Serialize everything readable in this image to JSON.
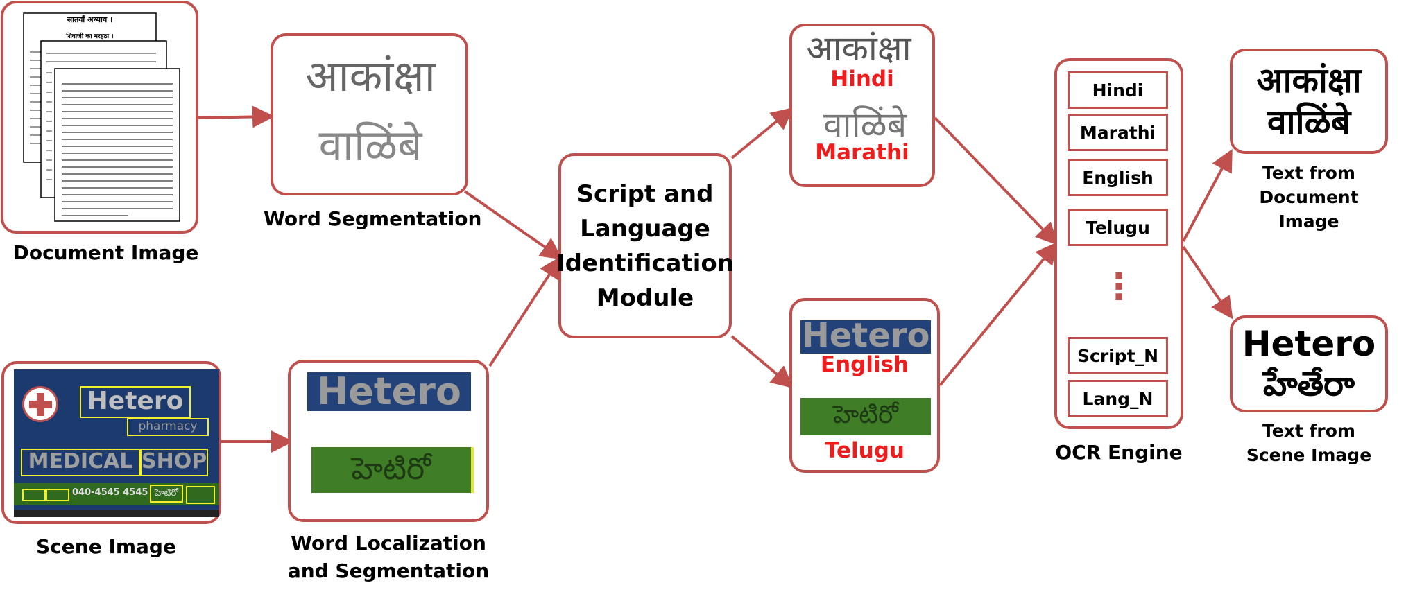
{
  "labels": {
    "document_image": "Document Image",
    "word_segmentation": "Word Segmentation",
    "scene_image": "Scene Image",
    "word_localization_line1": "Word Localization",
    "word_localization_line2": "and Segmentation",
    "script_module": [
      "Script and",
      "Language",
      "Identification",
      "Module"
    ],
    "ocr_engine": "OCR Engine",
    "text_from_document": [
      "Text from",
      "Document",
      "Image"
    ],
    "text_from_scene": [
      "Text from",
      "Scene Image"
    ]
  },
  "document_page": {
    "chapter_title": "सातवाँ अध्याय ।",
    "subtitle": "शिवाजी का मरहठा ।"
  },
  "segmented_words": {
    "hindi_word": "आकांक्षा",
    "marathi_word": "वाळिंबे",
    "english_word": "Hetero",
    "telugu_word": "హెటిరో"
  },
  "scene_sign": {
    "brand": "Hetero",
    "sub": "pharmacy",
    "word_medical": "MEDICAL",
    "word_shop": "SHOP",
    "phone": "040-4545 4545",
    "telugu_small": "హెటిరో"
  },
  "identified_languages": {
    "hindi": "Hindi",
    "marathi": "Marathi",
    "english": "English",
    "telugu": "Telugu"
  },
  "ocr_engine_items": [
    "Hindi",
    "Marathi",
    "English",
    "Telugu",
    "Script_N",
    "Lang_N"
  ],
  "ocr_ellipsis": "⋮",
  "output": {
    "doc_line1": "आकांक्षा",
    "doc_line2": "वाळिंबे",
    "scene_line1": "Hetero",
    "scene_line2": "హేతేరా"
  },
  "colors": {
    "border": "#c0504d",
    "language_label": "#ee1c1c",
    "sign_blue": "#1c3a6e",
    "sign_green": "#2f6a1e",
    "highlight_yellow": "#f2ef2e"
  }
}
